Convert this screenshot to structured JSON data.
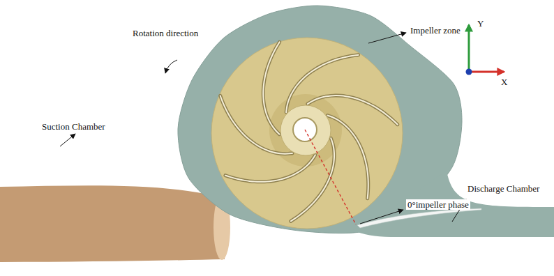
{
  "diagram": {
    "labels": [
      "Rotation direction",
      "Impeller zone",
      "Y",
      "X",
      "Suction Chamber",
      "Discharge Chamber",
      "0°impeller phase"
    ]
  }
}
